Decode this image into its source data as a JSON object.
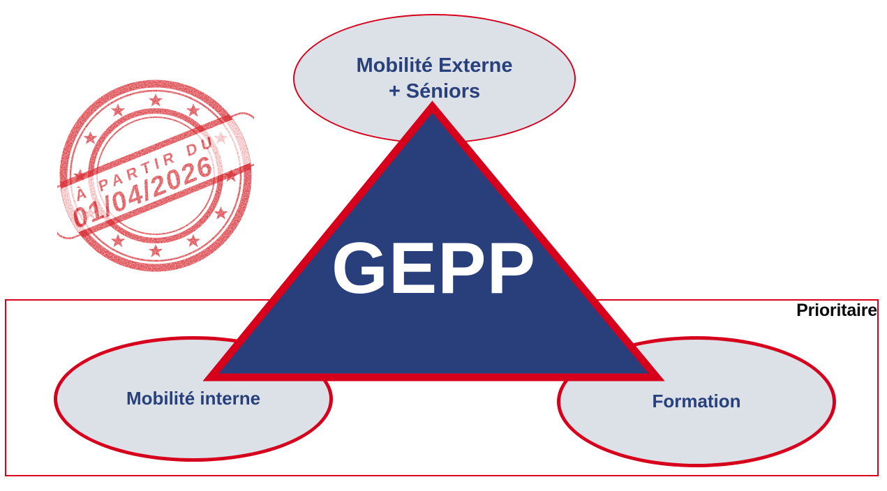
{
  "diagram": {
    "center_shape": {
      "label": "GEPP",
      "fill_color": "#293f7c",
      "stroke_color": "#d6001c"
    },
    "nodes": [
      {
        "name": "mobilite-externe-seniors",
        "line1": "Mobilité Externe",
        "line2": "+ Séniors",
        "fill_color": "#dce1e8",
        "text_color": "#28407c"
      },
      {
        "name": "mobilite-interne",
        "line1": "Mobilité interne",
        "line2": "",
        "fill_color": "#dce1e8",
        "text_color": "#28407c"
      },
      {
        "name": "formation",
        "line1": "Formation",
        "line2": "",
        "fill_color": "#dce1e8",
        "text_color": "#28407c"
      }
    ],
    "priority_group": {
      "label": "Prioritaire",
      "border_color": "#d6001c",
      "label_color": "#0a0a0a"
    },
    "stamp": {
      "line1": "À PARTIR DU",
      "line2": "01/04/2026",
      "color": "#d6282f"
    }
  }
}
